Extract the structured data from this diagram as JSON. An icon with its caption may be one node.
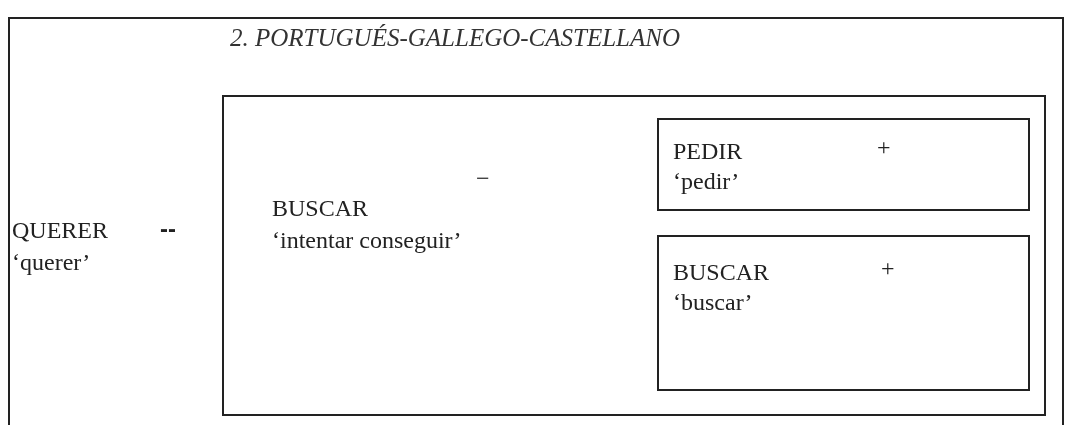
{
  "diagram": {
    "title": "2. PORTUGUÉS-GALLEGO-CASTELLANO",
    "nodes": [
      {
        "text": [
          "QUERER",
          "‘querer’"
        ],
        "beside": [
          "--"
        ]
      },
      {
        "text": [
          "BUSCAR",
          "−",
          "‘intentar conseguir’"
        ]
      },
      {
        "text": [
          "PEDIR",
          "+",
          "‘pedir’"
        ],
        "in": 1
      },
      {
        "text": [
          "BUSCAR",
          "+",
          "‘buscar’"
        ],
        "in": 1
      }
    ]
  }
}
